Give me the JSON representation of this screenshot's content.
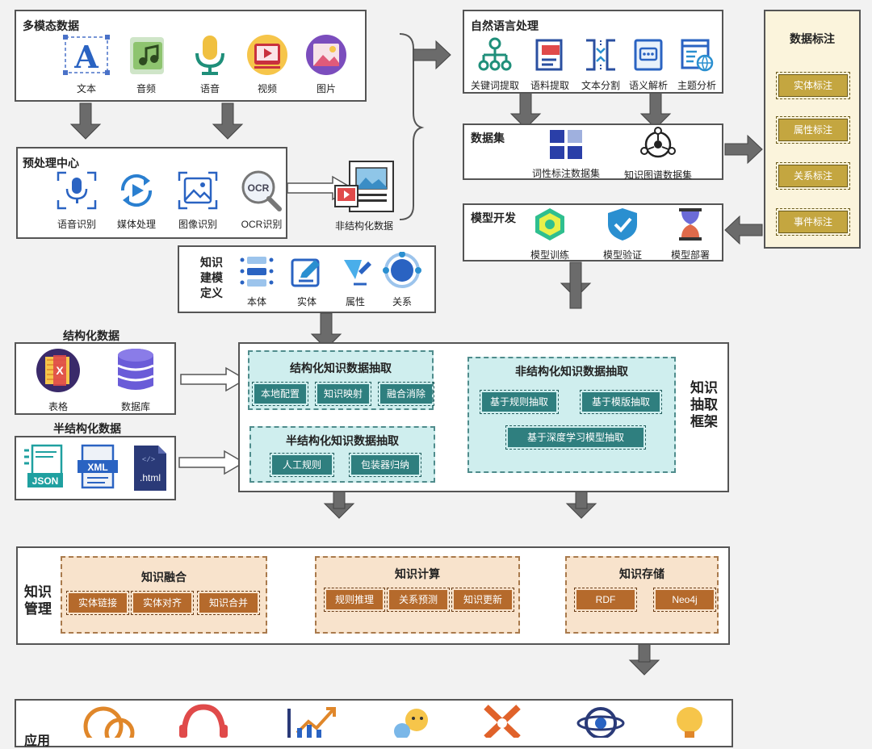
{
  "multimodal": {
    "title": "多模态数据",
    "items": [
      "文本",
      "音频",
      "语音",
      "视频",
      "图片"
    ]
  },
  "preprocess": {
    "title": "预处理中心",
    "items": [
      "语音识别",
      "媒体处理",
      "图像识别",
      "OCR识别"
    ],
    "ocr_icon_text": "OCR"
  },
  "unstructured_label": "非结构化数据",
  "nlp": {
    "title": "自然语言处理",
    "items": [
      "关键词提取",
      "语料提取",
      "文本分割",
      "语义解析",
      "主题分析"
    ]
  },
  "dataset": {
    "title": "数据集",
    "items": [
      "词性标注数据集",
      "知识图谱数据集"
    ]
  },
  "model_dev": {
    "title": "模型开发",
    "items": [
      "模型训练",
      "模型验证",
      "模型部署"
    ]
  },
  "annotation": {
    "title": "数据标注",
    "items": [
      "实体标注",
      "属性标注",
      "关系标注",
      "事件标注"
    ]
  },
  "kg_schema": {
    "title_lines": [
      "知识",
      "建模",
      "定义"
    ],
    "items": [
      "本体",
      "实体",
      "属性",
      "关系"
    ]
  },
  "structured": {
    "title": "结构化数据",
    "items": [
      "表格",
      "数据库"
    ]
  },
  "semi_structured": {
    "title": "半结构化数据",
    "icon_texts": [
      "JSON",
      "XML",
      ".html",
      "</>"
    ]
  },
  "extraction": {
    "side_title_lines": [
      "知识",
      "抽取",
      "框架"
    ],
    "structured": {
      "title": "结构化知识数据抽取",
      "items": [
        "本地配置",
        "知识映射",
        "融合消除"
      ]
    },
    "semi": {
      "title": "半结构化知识数据抽取",
      "items": [
        "人工规则",
        "包装器归纳"
      ]
    },
    "unstructured": {
      "title": "非结构化知识数据抽取",
      "items": [
        "基于规则抽取",
        "基于模版抽取",
        "基于深度学习模型抽取"
      ]
    }
  },
  "management": {
    "title_lines": [
      "知识",
      "管理"
    ],
    "fusion": {
      "title": "知识融合",
      "items": [
        "实体链接",
        "实体对齐",
        "知识合并"
      ]
    },
    "compute": {
      "title": "知识计算",
      "items": [
        "规则推理",
        "关系预测",
        "知识更新"
      ]
    },
    "storage": {
      "title": "知识存储",
      "items": [
        "RDF",
        "Neo4j"
      ]
    }
  },
  "application": {
    "title": "应用"
  },
  "colors": {
    "teal": "#2f7f7f",
    "teal_bg": "#cfeeee",
    "brown": "#b56a2c",
    "orange_bg": "#f8e3cc",
    "gold": "#c4a640",
    "annotation_bg": "#fbf4dc",
    "blue_icon": "#2f6fd0",
    "arrow": "#666666"
  }
}
